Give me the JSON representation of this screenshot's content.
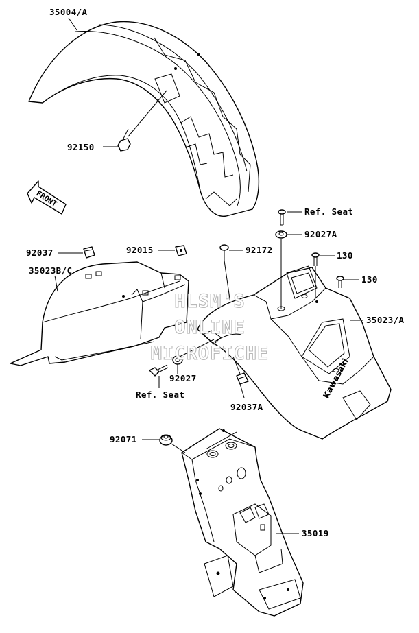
{
  "labels": {
    "front_fender": "35004/A",
    "bolt_front": "92150",
    "front_arrow": "FRONT",
    "ref_seat_top": "Ref. Seat",
    "washer_top": "92027A",
    "clip_left": "92037",
    "nut_clip": "92015",
    "screw": "92172",
    "bolt_130_a": "130",
    "bolt_130_b": "130",
    "inner_fender": "35023B/C",
    "rear_fender": "35023/A",
    "washer_mid": "92027",
    "ref_seat_bottom": "Ref. Seat",
    "clip_bottom": "92037A",
    "grommet": "92071",
    "mudguard": "35019",
    "brand_logo": "Kawasaki"
  },
  "watermark": {
    "line1": "HLSM'S",
    "line2": "ONLINE",
    "line3": "MICROFICHE"
  }
}
